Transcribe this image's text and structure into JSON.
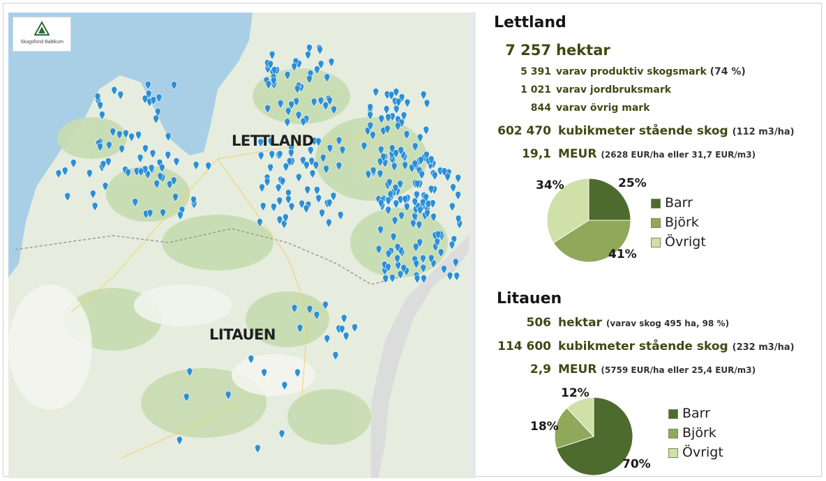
{
  "map": {
    "logo_text": "Skogsfond Baltikum",
    "label_lettland": "LETTLAND",
    "label_litauen": "LITAUEN"
  },
  "lettland": {
    "title": "Lettland",
    "hektar_value": "7 257",
    "hektar_label": "hektar",
    "prod_value": "5 391",
    "prod_label": "varav produktiv skogsmark",
    "prod_note": "(74 %)",
    "jord_value": "1 021",
    "jord_label": "varav jordbruksmark",
    "ovrig_value": "844",
    "ovrig_label": "varav övrig mark",
    "kubik_value": "602 470",
    "kubik_label": "kubikmeter stående skog",
    "kubik_note": "(112 m3/ha)",
    "meur_value": "19,1",
    "meur_label": "MEUR",
    "meur_note": "(2628 EUR/ha eller 31,7 EUR/m3)"
  },
  "litauen": {
    "title": "Litauen",
    "hektar_value": "506",
    "hektar_label": "hektar",
    "hektar_note": "(varav skog 495 ha, 98 %)",
    "kubik_value": "114 600",
    "kubik_label": "kubikmeter stående skog",
    "kubik_note": "(232 m3/ha)",
    "meur_value": "2,9",
    "meur_label": "MEUR",
    "meur_note": "(5759 EUR/ha eller 25,4 EUR/m3)"
  },
  "colors": {
    "barr": "#4e6b2e",
    "bjork": "#8fa85a",
    "ovrigt": "#cfe0a8",
    "pin": "#2b8fd6"
  },
  "chart_data": [
    {
      "type": "pie",
      "categories": [
        "Barr",
        "Björk",
        "Övrigt"
      ],
      "values": [
        25,
        41,
        34
      ],
      "labels": [
        "25%",
        "41%",
        "34%"
      ],
      "legend": "right"
    },
    {
      "type": "pie",
      "categories": [
        "Barr",
        "Björk",
        "Övrigt"
      ],
      "values": [
        70,
        18,
        12
      ],
      "labels": [
        "70%",
        "18%",
        "12%"
      ],
      "legend": "right"
    }
  ]
}
